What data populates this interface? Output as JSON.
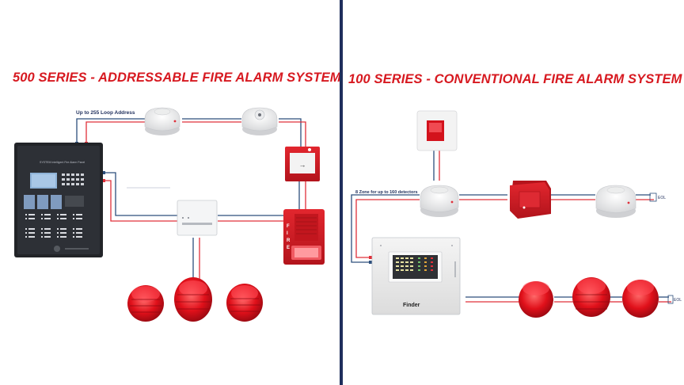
{
  "left_section": {
    "title": "500 SERIES - ADDRESSABLE FIRE ALARM SYSTEM",
    "loop_label": "Up to 255 Loop Address",
    "panel_label": "SYSTEM Intelligent Fire Alarm Panel",
    "call_point_symbol": "→",
    "sounder_text": [
      "F",
      "I",
      "R",
      "E"
    ]
  },
  "right_section": {
    "title": "100 SERIES - CONVENTIONAL FIRE ALARM SYSTEM",
    "zone_label": "8 Zone for up to 160 detectors",
    "panel_brand": "Finder",
    "eol_label_top": "EOL",
    "eol_label_bottom": "EOL"
  },
  "colors": {
    "title_red": "#d71920",
    "divider_navy": "#1f2f5c",
    "wire_blue": "#2d4f7c",
    "wire_red": "#e0303a",
    "device_red": "#d11b24"
  }
}
